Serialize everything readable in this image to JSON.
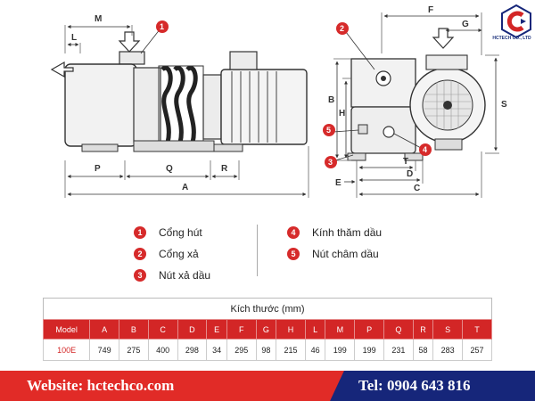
{
  "brand": {
    "name": "HCTECH CO., LTD",
    "colors": {
      "red": "#d32626",
      "navy": "#16267a"
    }
  },
  "drawing": {
    "dimension_letters": [
      "M",
      "L",
      "F",
      "G",
      "B",
      "H",
      "S",
      "T",
      "D",
      "E",
      "C",
      "P",
      "Q",
      "R",
      "A"
    ],
    "callouts": [
      "1",
      "2",
      "3",
      "4",
      "5"
    ]
  },
  "legend": [
    {
      "num": "1",
      "label": "Cổng hút"
    },
    {
      "num": "2",
      "label": "Cổng xả"
    },
    {
      "num": "3",
      "label": "Nút xả dầu"
    },
    {
      "num": "4",
      "label": "Kính thăm dầu"
    },
    {
      "num": "5",
      "label": "Nút châm dầu"
    }
  ],
  "table": {
    "title": "Kích thước (mm)",
    "headers": [
      "Model",
      "A",
      "B",
      "C",
      "D",
      "E",
      "F",
      "G",
      "H",
      "L",
      "M",
      "P",
      "Q",
      "R",
      "S",
      "T"
    ],
    "rows": [
      [
        "100E",
        "749",
        "275",
        "400",
        "298",
        "34",
        "295",
        "98",
        "215",
        "46",
        "199",
        "199",
        "231",
        "58",
        "283",
        "257"
      ]
    ]
  },
  "footer": {
    "website": "Website: hctechco.com",
    "tel": "Tel: 0904 643 816"
  }
}
